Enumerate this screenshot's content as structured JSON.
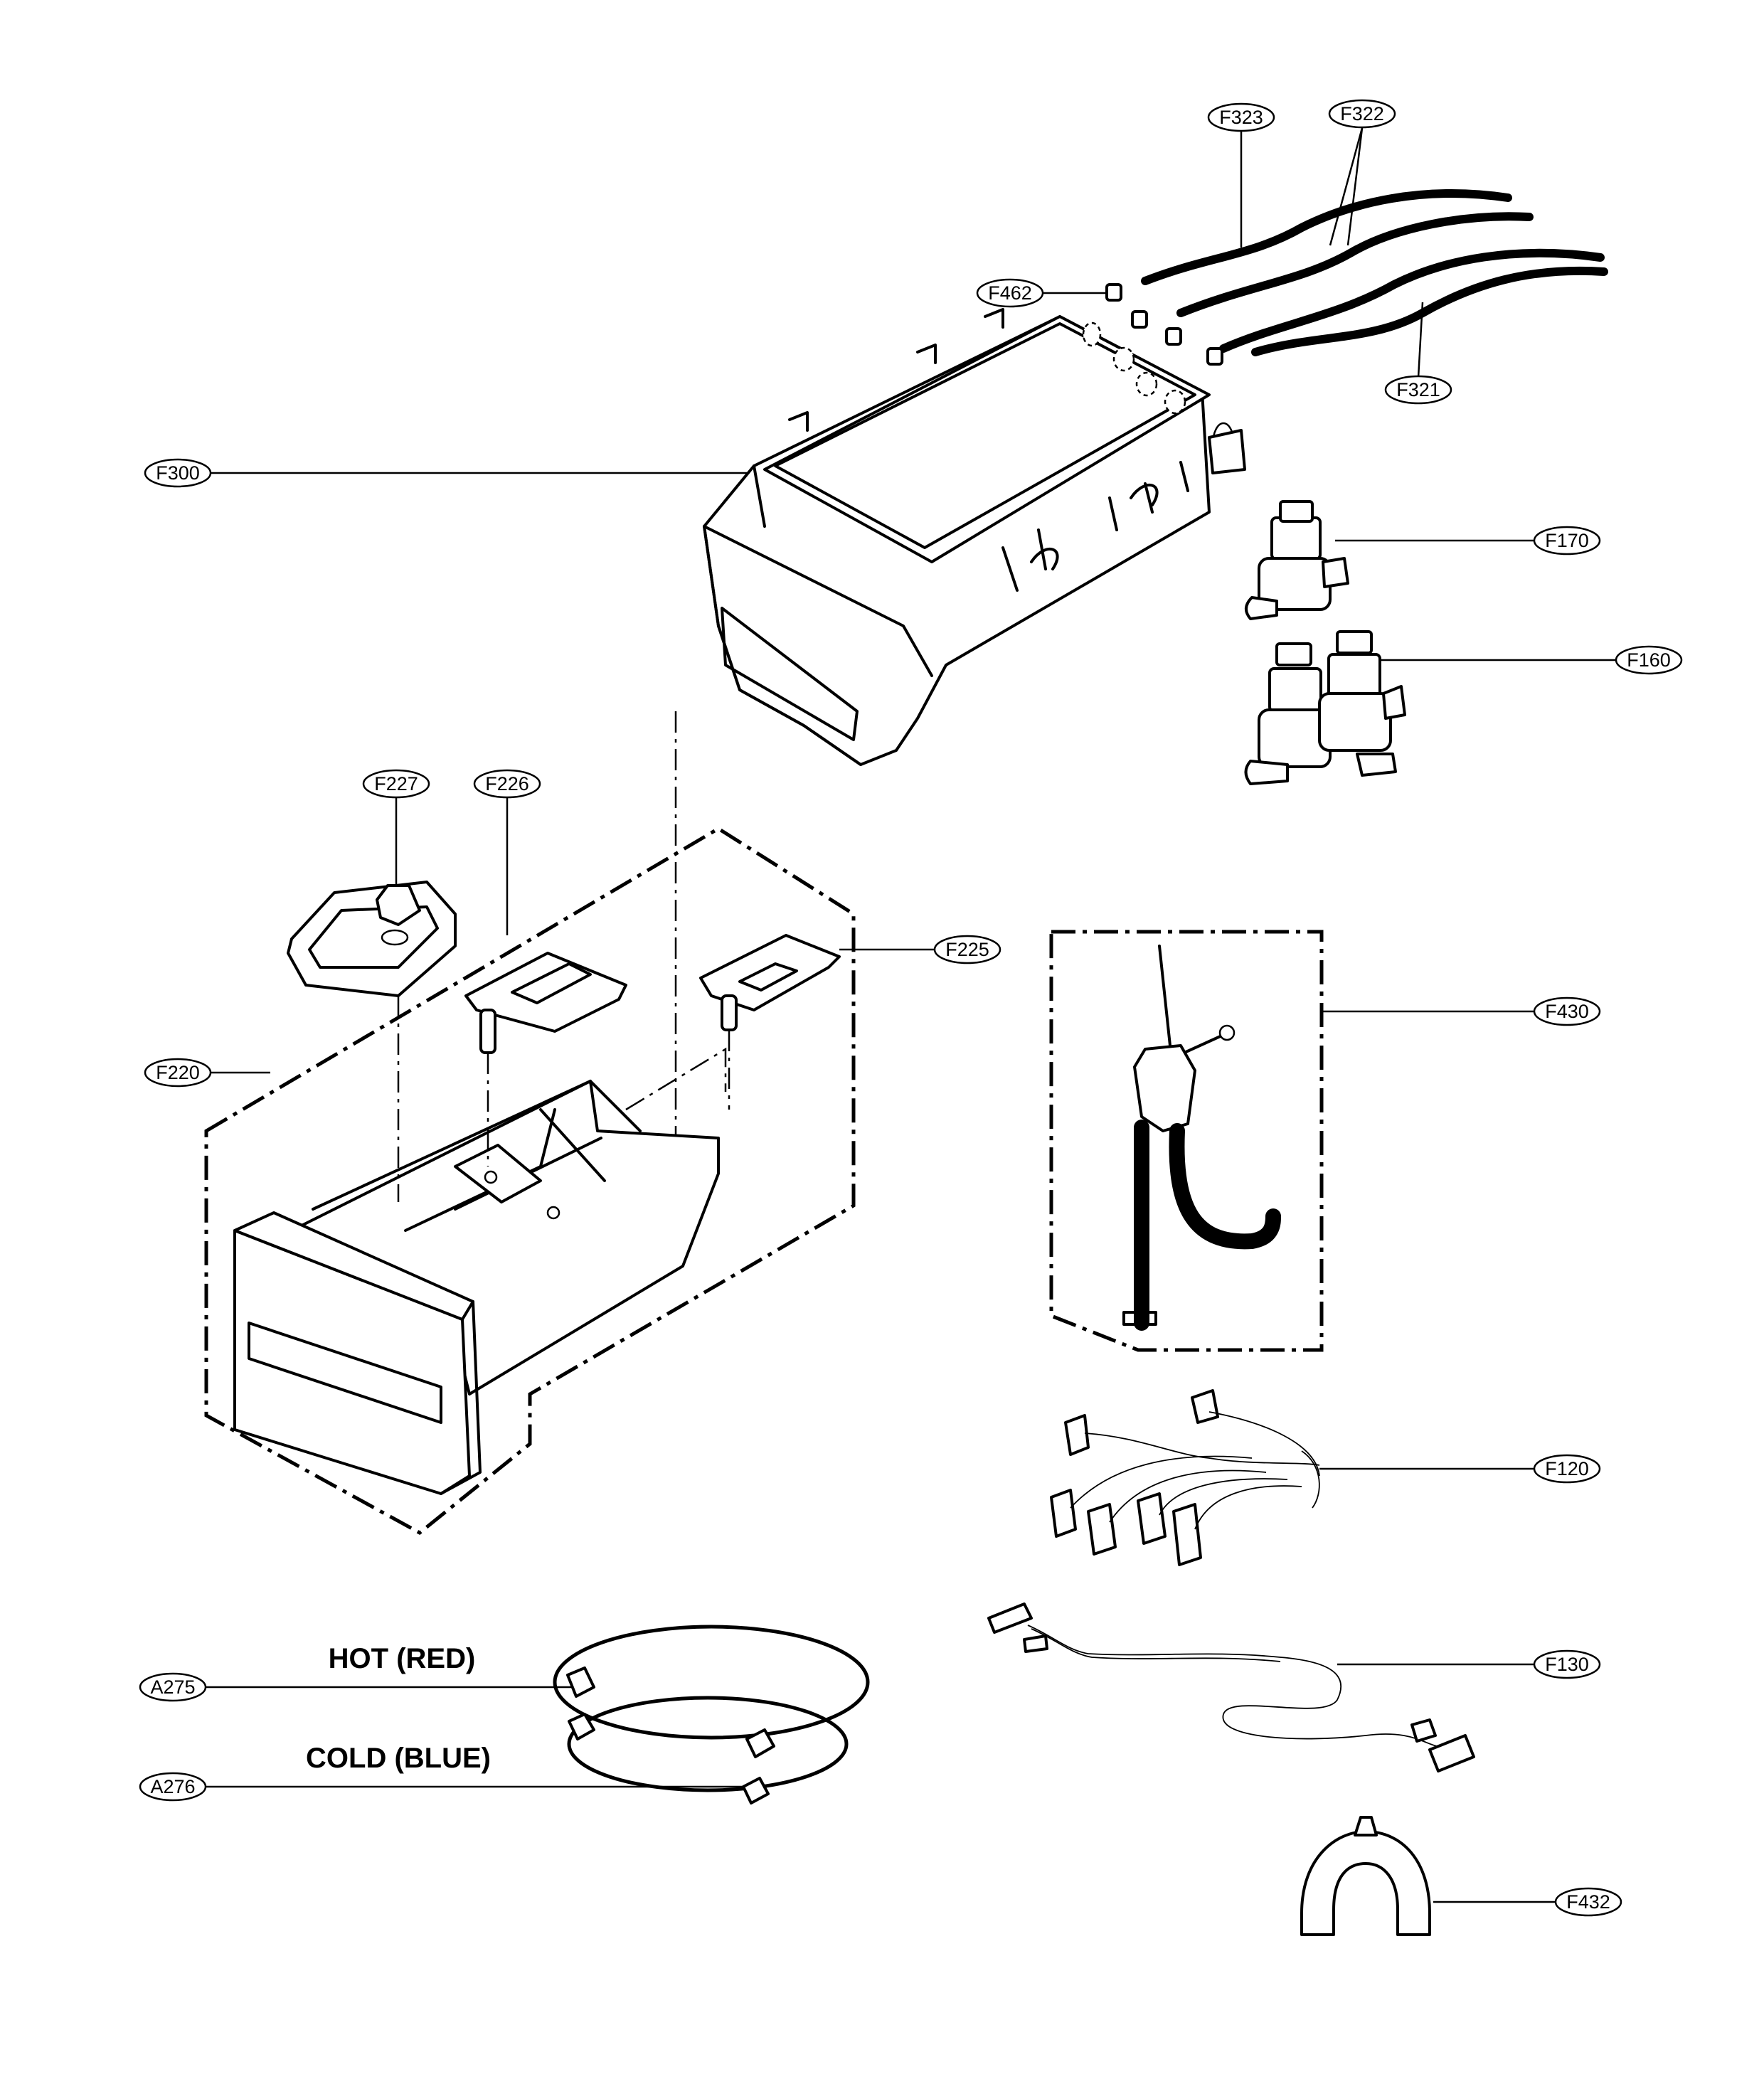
{
  "callouts": {
    "F323": "F323",
    "F322": "F322",
    "F462": "F462",
    "F321": "F321",
    "F300": "F300",
    "F170": "F170",
    "F160": "F160",
    "F227": "F227",
    "F226": "F226",
    "F225": "F225",
    "F220": "F220",
    "F430": "F430",
    "F120": "F120",
    "F130": "F130",
    "F432": "F432",
    "A275": "A275",
    "A276": "A276"
  },
  "notes": {
    "hot": "HOT (RED)",
    "cold": "COLD (BLUE)"
  },
  "icons": {
    "dispenser_housing": "dispenser-housing-icon",
    "inlet_hoses": "inlet-hose-icon",
    "hose_clamps": "hose-clamp-icon",
    "single_valve": "water-valve-icon",
    "double_valve": "water-valve-icon",
    "drawer": "detergent-drawer-icon",
    "siphon_caps": "siphon-cap-icon",
    "drain_hose": "drain-hose-icon",
    "wire_harness": "wire-harness-icon",
    "harness": "harness-icon",
    "hose_guide": "hose-guide-icon",
    "supply_hoses": "supply-hose-icon"
  }
}
